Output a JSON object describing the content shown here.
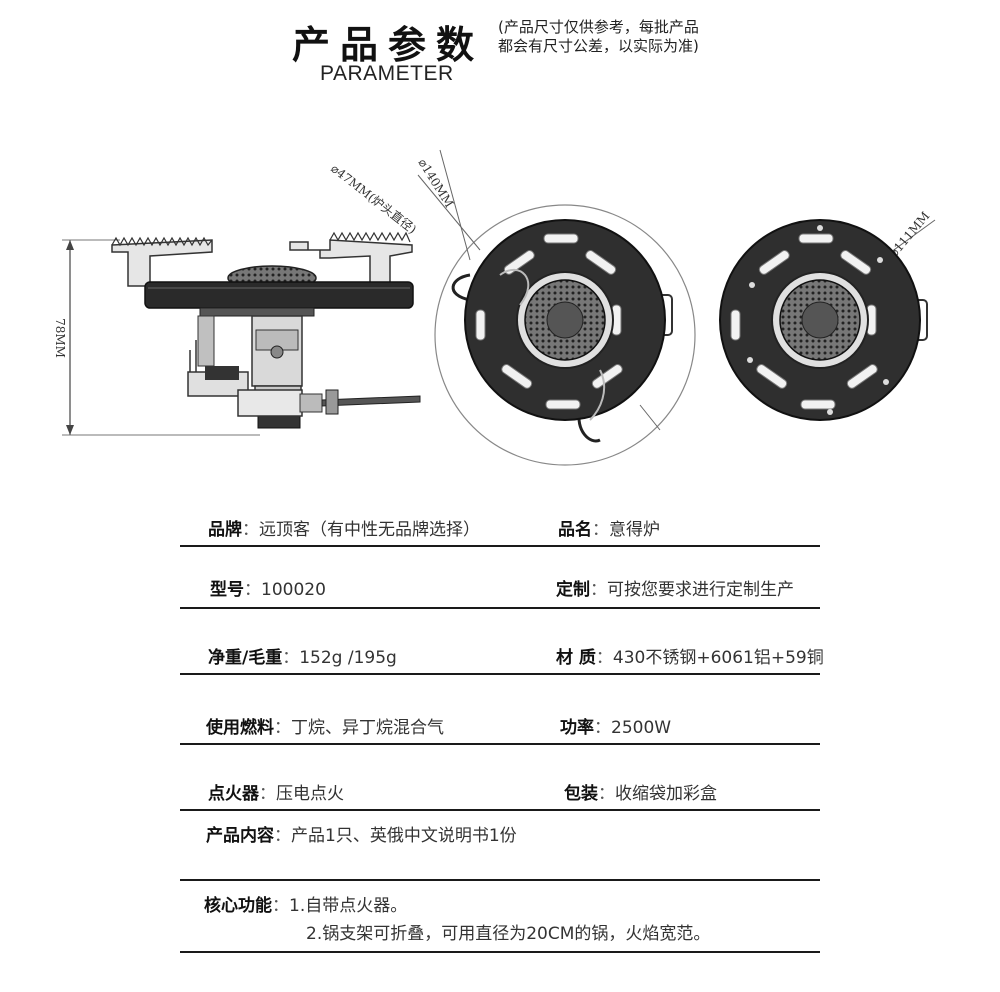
{
  "header": {
    "title_cn": "产品参数",
    "title_en": "PARAMETER",
    "note_line1": "(产品尺寸仅供参考，每批产品",
    "note_line2": "都会有尺寸公差，以实际为准)"
  },
  "drawing": {
    "dim_height": "78MM",
    "dim_head": "⌀47MM(炉头直径)",
    "dim_outer": "⌀140MM",
    "dim_base": "⌀111MM"
  },
  "specs": {
    "brand": {
      "label": "品牌",
      "value": "远顶客（有中性无品牌选择）"
    },
    "name": {
      "label": "品名",
      "value": "意得炉"
    },
    "model": {
      "label": "型号",
      "value": "100020"
    },
    "custom": {
      "label": "定制",
      "value": "可按您要求进行定制生产"
    },
    "weight": {
      "label": "净重/毛重",
      "value": "152g /195g"
    },
    "material": {
      "label": "材 质",
      "value": "430不锈钢+6061铝+59铜"
    },
    "fuel": {
      "label": "使用燃料",
      "value": "丁烷、异丁烷混合气"
    },
    "power": {
      "label": "功率",
      "value": "2500W"
    },
    "igniter": {
      "label": "点火器",
      "value": "压电点火"
    },
    "package": {
      "label": "包装",
      "value": "收缩袋加彩盒"
    },
    "contents": {
      "label": "产品内容",
      "value": "产品1只、英俄中文说明书1份"
    },
    "features": {
      "label": "核心功能",
      "line1": "1.自带点火器。",
      "line2": "2.锅支架可折叠，可用直径为20CM的锅，火焰宽范。"
    }
  },
  "colon": "："
}
